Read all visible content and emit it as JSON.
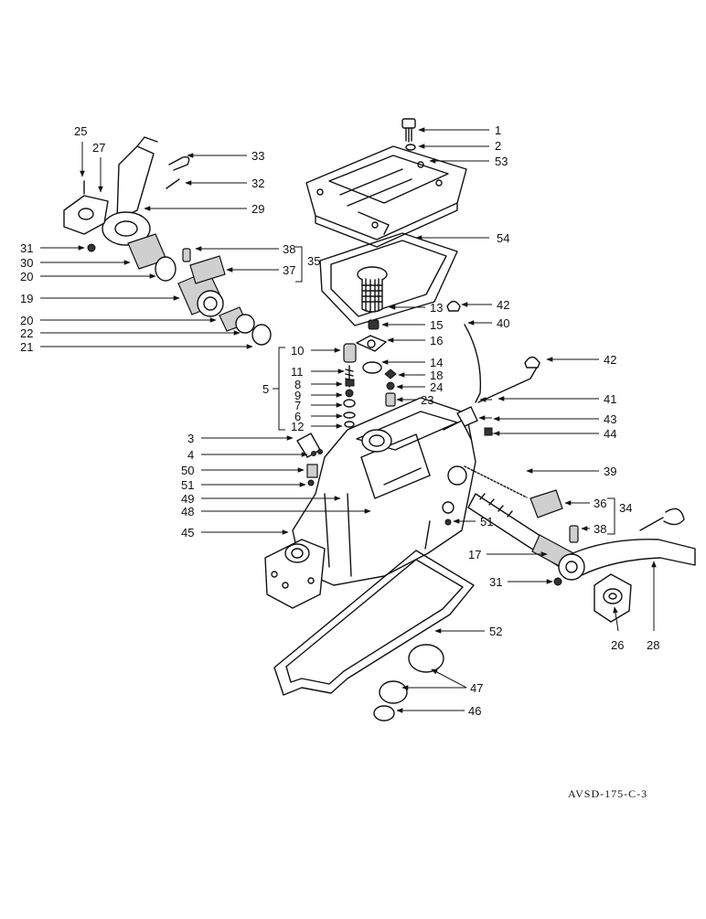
{
  "callouts": {
    "n1": "1",
    "n2": "2",
    "n3": "3",
    "n4": "4",
    "n5": "5",
    "n6": "6",
    "n7": "7",
    "n8": "8",
    "n9": "9",
    "n10": "10",
    "n11": "11",
    "n12": "12",
    "n13": "13",
    "n14": "14",
    "n15": "15",
    "n16": "16",
    "n17": "17",
    "n18": "18",
    "n19": "19",
    "n20a": "20",
    "n20b": "20",
    "n21": "21",
    "n22": "22",
    "n23": "23",
    "n24": "24",
    "n25": "25",
    "n26": "26",
    "n27": "27",
    "n28": "28",
    "n29": "29",
    "n30": "30",
    "n31a": "31",
    "n31b": "31",
    "n32": "32",
    "n33": "33",
    "n34": "34",
    "n35": "35",
    "n36": "36",
    "n37": "37",
    "n38a": "38",
    "n38b": "38",
    "n39": "39",
    "n40": "40",
    "n41": "41",
    "n42a": "42",
    "n42b": "42",
    "n43": "43",
    "n44": "44",
    "n45": "45",
    "n46": "46",
    "n47": "47",
    "n48": "48",
    "n49": "49",
    "n50": "50",
    "n51a": "51",
    "n51b": "51",
    "n52": "52",
    "n53": "53",
    "n54": "54"
  },
  "drawing_code": "AVSD-175-C-3"
}
